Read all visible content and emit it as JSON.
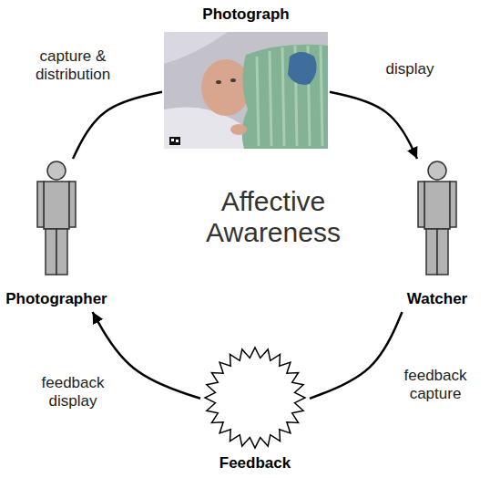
{
  "diagram": {
    "nodes": [
      {
        "text": [
          "Photograph"
        ]
      },
      {
        "text": [
          "Photographer"
        ]
      },
      {
        "text": [
          "Watcher"
        ]
      },
      {
        "text": [
          "Feedback"
        ]
      }
    ],
    "edges": [
      {
        "from": 1,
        "to": 0,
        "label": "capture & distribution",
        "arrow": "none"
      },
      {
        "from": 0,
        "to": 2,
        "label": "display",
        "arrow": "to"
      },
      {
        "from": 2,
        "to": 3,
        "label": "feedback capture",
        "arrow": "none"
      },
      {
        "from": 3,
        "to": 1,
        "label": "feedback display",
        "arrow": "to"
      }
    ],
    "labels": [
      "Affective Awareness"
    ]
  }
}
